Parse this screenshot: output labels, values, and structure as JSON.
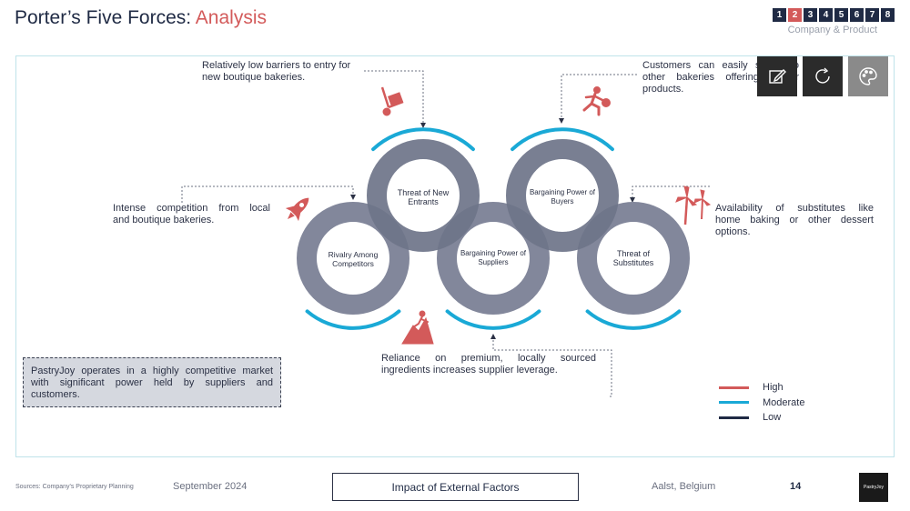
{
  "header": {
    "title_main": "Porter’s Five Forces: ",
    "title_accent": "Analysis",
    "pages": [
      "1",
      "2",
      "3",
      "4",
      "5",
      "6",
      "7",
      "8"
    ],
    "active_page": "2",
    "section": "Company & Product"
  },
  "forces": {
    "rivalry": "Rivalry Among Competitors",
    "new_entrants": "Threat of New Entrants",
    "suppliers": "Bargaining Power of Suppliers",
    "buyers": "Bargaining Power of Buyers",
    "substitutes": "Threat of Substitutes"
  },
  "notes": {
    "new_entrants_line1": "Relatively low barriers to entry for",
    "new_entrants_line2": "new boutique bakeries.",
    "buyers_line1": "Customers can easily switch to",
    "buyers_line2": "other bakeries offering similar",
    "buyers_line3": "products.",
    "rivalry_line1": "Intense competition from local",
    "rivalry_line2": "and boutique bakeries.",
    "substitutes_line1": "Availability of substitutes like",
    "substitutes_line2": "home baking or other dessert",
    "substitutes_line3": "options.",
    "suppliers_line1": "Reliance on premium, locally sourced",
    "suppliers_line2": "ingredients increases supplier leverage."
  },
  "summary": {
    "line1": "PastryJoy operates in a highly competitive market",
    "line2": "with significant power held by suppliers and",
    "line3": "customers."
  },
  "legend": [
    {
      "label": "High",
      "color": "#d35a5a"
    },
    {
      "label": "Moderate",
      "color": "#1aa9d6"
    },
    {
      "label": "Low",
      "color": "#1f2a44"
    }
  ],
  "colors": {
    "ring": "#7b8196",
    "accent_red": "#d35a5a",
    "accent_blue": "#1aa9d6",
    "navy": "#1f2a44"
  },
  "toolbar": {
    "edit_icon": "edit-icon",
    "refresh_icon": "refresh-icon",
    "palette_icon": "palette-icon"
  },
  "footer": {
    "sources": "Sources: Company's Proprietary Planning",
    "date": "September 2024",
    "topic": "Impact of External Factors",
    "location": "Aalst, Belgium",
    "page_number": "14",
    "logo_text": "PastryJoy"
  }
}
